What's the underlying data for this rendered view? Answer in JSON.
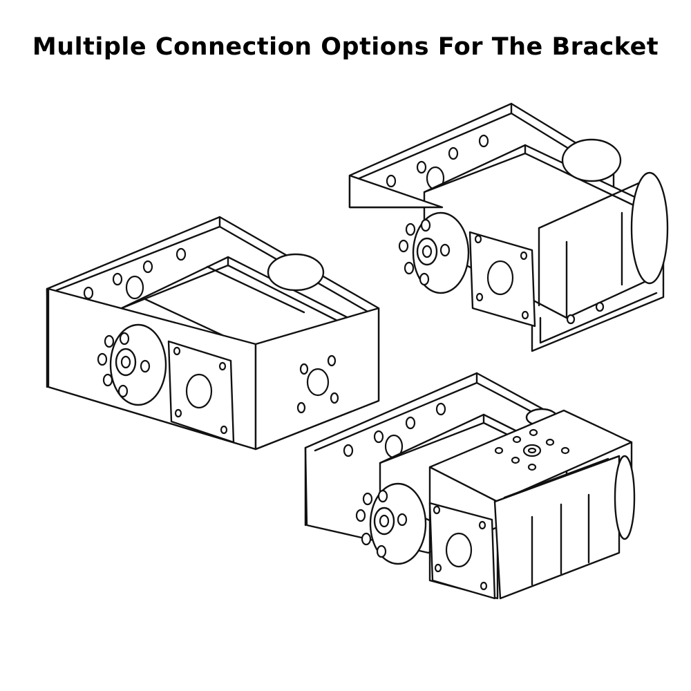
{
  "title": "Multiple Connection Options For The Bracket",
  "colors": {
    "background": "#ffffff",
    "line": "#111111"
  },
  "assemblies": [
    {
      "name": "bracket-servo-assembly-left"
    },
    {
      "name": "bracket-servo-assembly-top-right"
    },
    {
      "name": "bracket-servo-assembly-bottom"
    }
  ]
}
